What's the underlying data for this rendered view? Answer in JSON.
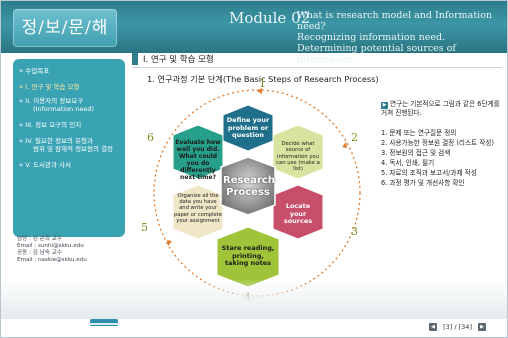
{
  "header": {
    "logo_text": "정/보/문/해",
    "module_label": "Module 02",
    "module_lines": [
      "What is research model and Information need?",
      "Recognizing information need.",
      "Determining potential sources of information."
    ]
  },
  "sidebar": {
    "items": [
      {
        "mark": "»",
        "label": "수업목표",
        "active": false
      },
      {
        "mark": "»",
        "label": "I. 연구 및 학습 모형",
        "active": true
      },
      {
        "mark": "»",
        "label": "II. 이용자의 정보요구",
        "label2": "(Information need)",
        "active": false
      },
      {
        "mark": "»",
        "label": "III. 정보 요구의 인지",
        "active": false
      },
      {
        "mark": "»",
        "label": "IV. 필요한 정보의 유형과",
        "label2": "범위 및 잠재적 정보원의 결정",
        "active": false
      },
      {
        "mark": "»",
        "label": "V. 도서관과 사서",
        "active": false
      }
    ],
    "contacts": [
      "담당 : 김 순희 교수",
      "Email : sunhi@skku.edu",
      "공동 : 김 남숙 교수",
      "Email : naskie@skku.edu"
    ]
  },
  "main": {
    "section_title": "I. 연구 및 학습 모형",
    "subtitle": "1. 연구과정 기본 단계(The Basic Steps of Research Process)"
  },
  "diagram": {
    "center": "Research Process",
    "segments": [
      {
        "num": "1",
        "text": "Define your problem or question",
        "color": "#1f6f8a"
      },
      {
        "num": "2",
        "text": "Decide what source of information you can use (make a list)",
        "color": "#d8e3a0"
      },
      {
        "num": "3",
        "text": "Locate your sources",
        "color": "#c84f6a"
      },
      {
        "num": "4",
        "text": "Stare reading, printing, taking notes",
        "color": "#9fc43a"
      },
      {
        "num": "5",
        "text": "Organize all the data you have and write your paper or complete your assignment",
        "color": "#f0e6c8"
      },
      {
        "num": "6",
        "text": "Evaluate how well you did. What could you do differently next time?",
        "color": "#27a08b"
      }
    ]
  },
  "right_text": {
    "intro": "연구는 기본적으로 그림과 같은 6단계를 거쳐 진행된다.",
    "steps": [
      "1. 문제 또는 연구질문 정의",
      "2. 사용가능한 정보원 결정 (리스트 작성)",
      "3. 정보원의 접근 및 검색",
      "4. 독서, 인쇄, 필기",
      "5. 자료의 조직과 보고서/과제 작성",
      "6. 과정 평가 및 개선사항 확인"
    ]
  },
  "pager": {
    "current": "3",
    "total": "34",
    "prev_icon": "arrow-left-icon",
    "next_icon": "arrow-right-icon"
  },
  "colors": {
    "header": "#2d7d8c",
    "sidebar": "#3aa3b3",
    "accent": "#e07a2a"
  }
}
